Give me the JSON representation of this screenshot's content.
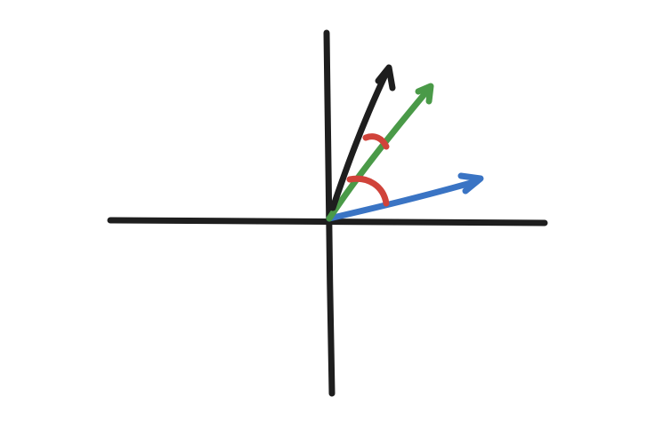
{
  "diagram": {
    "colors": {
      "background": "#ffffff",
      "axes": "#1e1e1e",
      "vector_black": "#1e1e1e",
      "vector_green": "#4a9a48",
      "vector_blue": "#3a74c4",
      "angle_arcs": "#d0433a"
    },
    "elements": {
      "axes": [
        "x-axis",
        "y-axis"
      ],
      "vectors": [
        "black-vector",
        "green-vector",
        "blue-vector"
      ],
      "angle_marks": [
        "angle-between-black-and-green",
        "angle-between-green-and-blue"
      ]
    }
  }
}
